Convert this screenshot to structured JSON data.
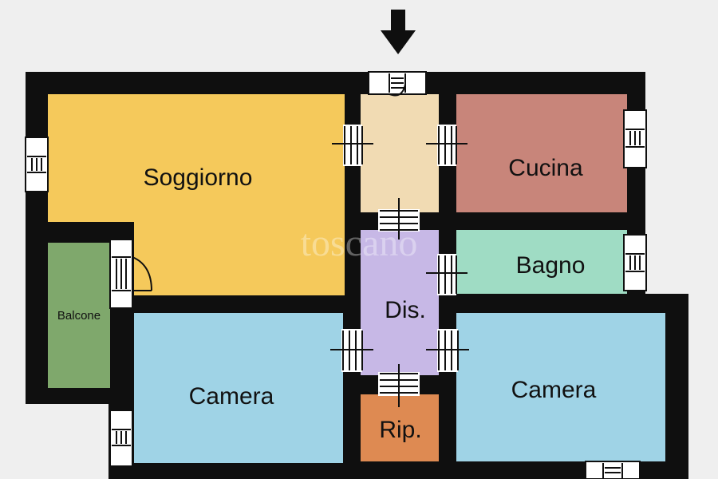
{
  "colors": {
    "background": "#efefef",
    "wall": "#0f0f0f",
    "soggiorno": "#f5c95b",
    "ingresso": "#f1dbb3",
    "cucina": "#c8857a",
    "bagno": "#9fdcc4",
    "dis": "#c7b8e6",
    "balcone": "#7fa86c",
    "camera": "#9fd3e6",
    "rip": "#de8a52"
  },
  "entrance": {
    "icon": "arrow-down-icon"
  },
  "rooms": {
    "soggiorno": "Soggiorno",
    "cucina": "Cucina",
    "bagno": "Bagno",
    "dis": "Dis.",
    "balcone": "Balcone",
    "camera_left": "Camera",
    "camera_right": "Camera",
    "rip": "Rip."
  },
  "watermark": {
    "text": "toscano"
  }
}
